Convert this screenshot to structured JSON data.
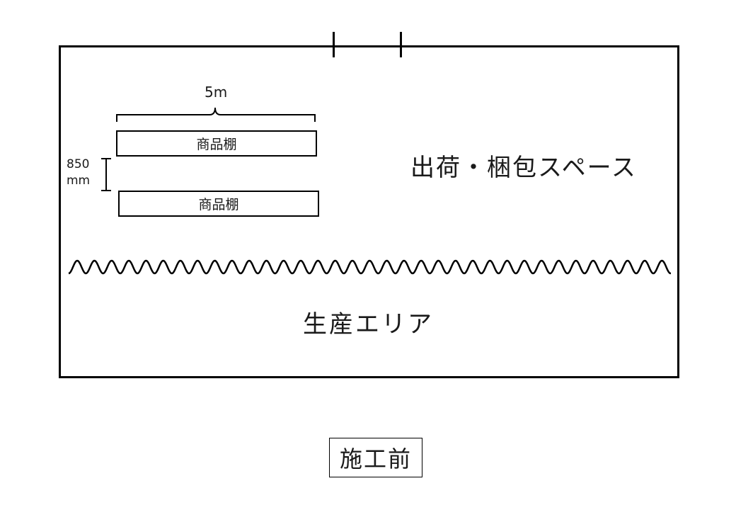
{
  "diagram": {
    "shelves": [
      {
        "label": "商品棚"
      },
      {
        "label": "商品棚"
      }
    ],
    "shelf_length_label": "5m",
    "shelf_gap_label": {
      "value": "850",
      "unit": "mm"
    },
    "areas": {
      "shipping": "出荷・梱包スペース",
      "production": "生産エリア"
    },
    "caption": "施工前"
  }
}
